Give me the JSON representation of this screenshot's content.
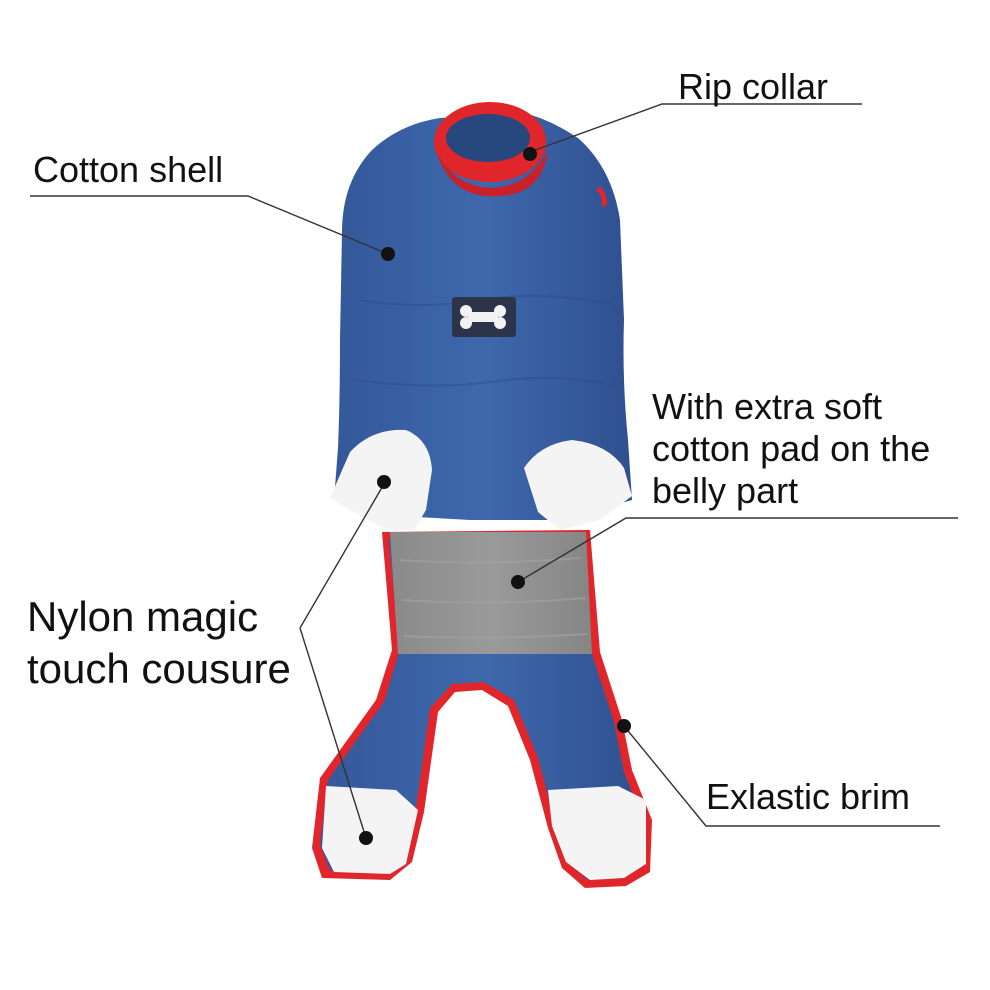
{
  "callouts": {
    "rip_collar": "Rip collar",
    "cotton_shell": "Cotton shell",
    "belly_pad": {
      "line1": "With extra soft",
      "line2": "cotton pad on the",
      "line3": "belly part"
    },
    "closure": {
      "line1": "Nylon magic",
      "line2": "touch cousure"
    },
    "elastic_brim": "Exlastic brim"
  },
  "colors": {
    "shell_blue": "#3b64a8",
    "trim_red": "#e0262b",
    "belly_grey": "#8f8f8f",
    "tab_white": "#f4f4f4",
    "leader_line": "#333333"
  },
  "icons": {
    "badge": "bone-icon"
  }
}
